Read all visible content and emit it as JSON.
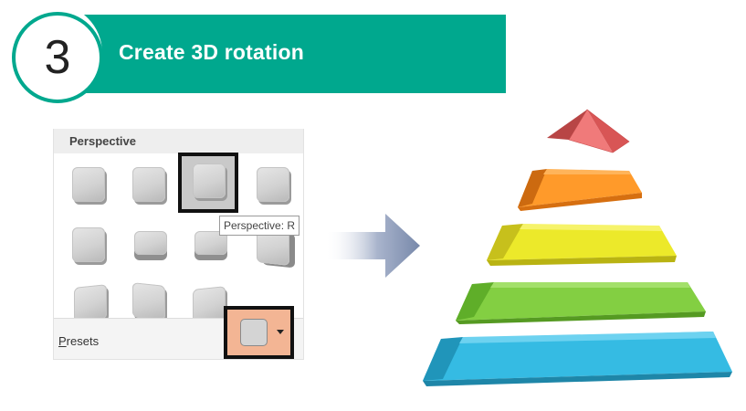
{
  "step": {
    "number": "3",
    "title": "Create 3D rotation"
  },
  "panel": {
    "header_label": "Perspective",
    "tooltip": "Perspective: R",
    "presets_label_rest": "resets",
    "presets_label_accesskey": "P"
  },
  "pyramid_layers": [
    {
      "level": 1,
      "color": "#f26f6f"
    },
    {
      "level": 2,
      "color": "#ff8f1f"
    },
    {
      "level": 3,
      "color": "#e8e21f"
    },
    {
      "level": 4,
      "color": "#7dcc3a"
    },
    {
      "level": 5,
      "color": "#33b8e0"
    }
  ],
  "colors": {
    "accent": "#00a88e",
    "highlight": "#f3b594",
    "arrow": "#7788aa"
  }
}
